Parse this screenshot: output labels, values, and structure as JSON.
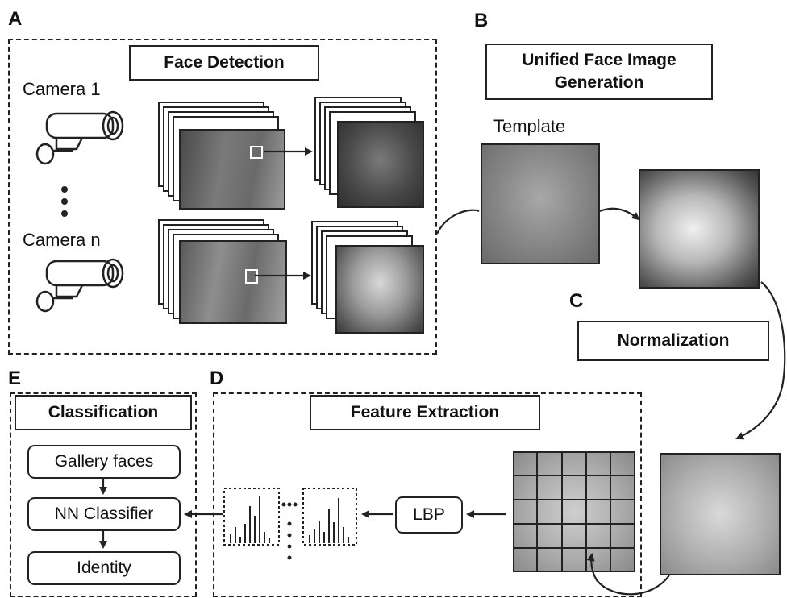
{
  "panels": {
    "A": {
      "letter": "A",
      "title": "Face Detection",
      "camera_1": "Camera 1",
      "camera_n": "Camera n"
    },
    "B": {
      "letter": "B",
      "title": "Unified Face Image Generation",
      "template_label": "Template"
    },
    "C": {
      "letter": "C",
      "title": "Normalization"
    },
    "D": {
      "letter": "D",
      "title": "Feature Extraction",
      "lbp": "LBP"
    },
    "E": {
      "letter": "E",
      "title": "Classification",
      "gallery": "Gallery faces",
      "classifier": "NN Classifier",
      "identity": "Identity"
    }
  },
  "icons": [
    "camera-icon",
    "camera-icon",
    "ellipsis-vertical-icon",
    "histogram-icon",
    "histogram-icon"
  ],
  "colors": {
    "ink": "#222222",
    "paper": "#ffffff",
    "photo_dark": "#3a3a3a",
    "photo_mid": "#8a8a8a"
  }
}
